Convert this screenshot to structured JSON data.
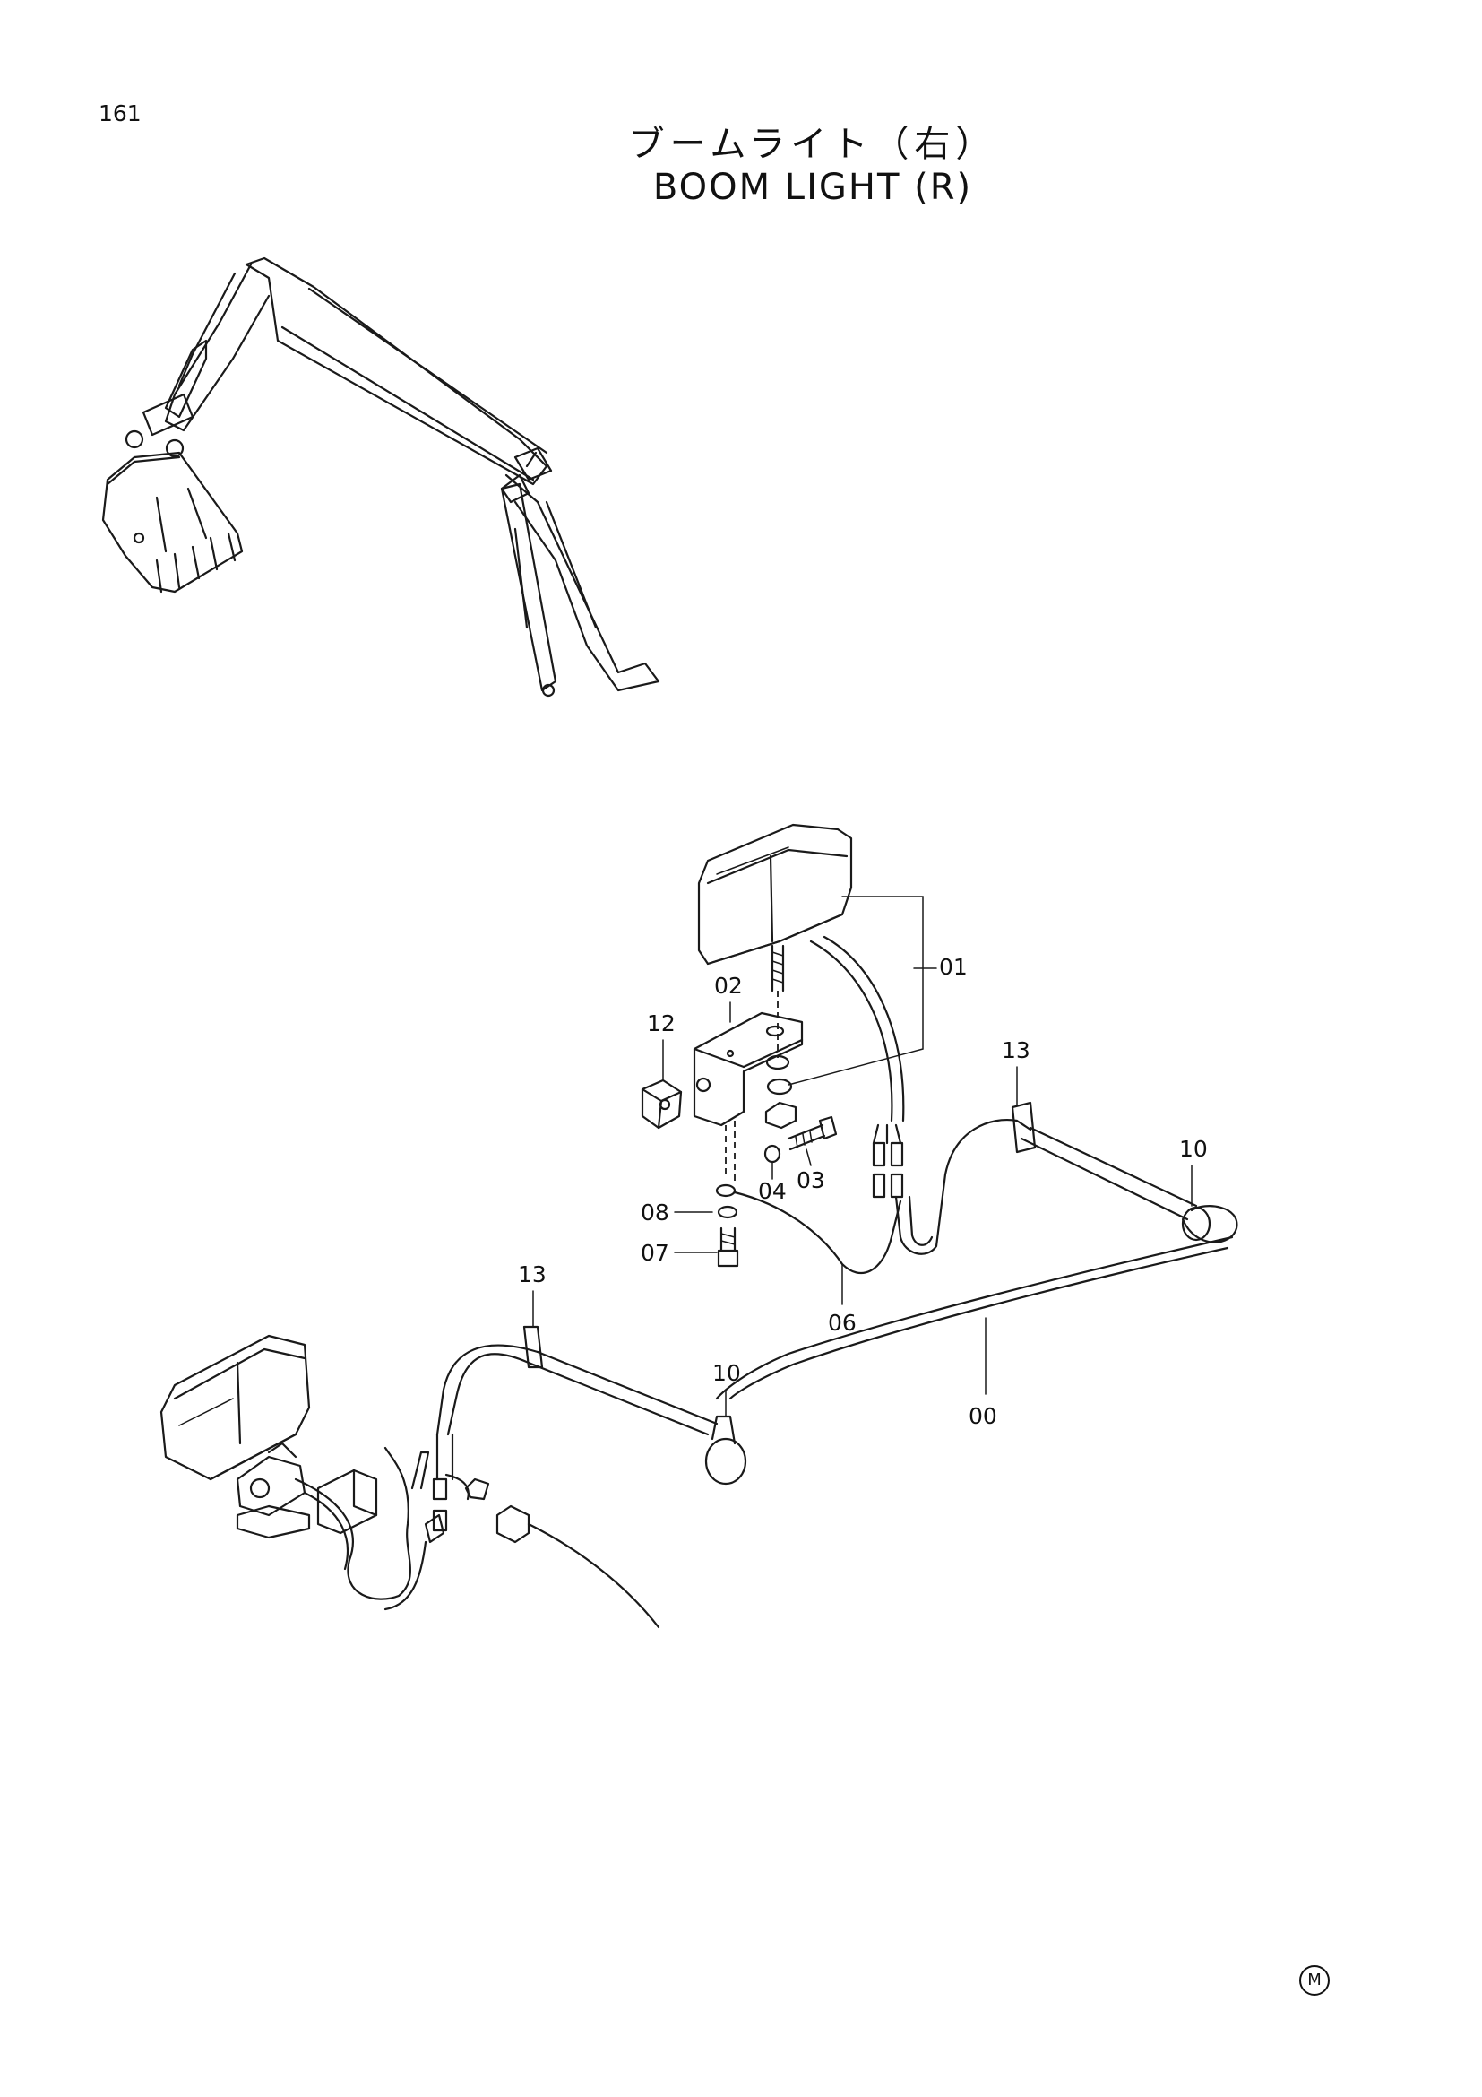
{
  "page_number": "161",
  "title_jp": "ブームライト（右）",
  "title_en": "BOOM LIGHT (R)",
  "corner_mark": "M",
  "callouts": {
    "c01": "01",
    "c02": "02",
    "c03": "03",
    "c04": "04",
    "c06": "06",
    "c07": "07",
    "c08": "08",
    "c10a": "10",
    "c10b": "10",
    "c12": "12",
    "c13a": "13",
    "c13b": "13",
    "c00": "00"
  }
}
